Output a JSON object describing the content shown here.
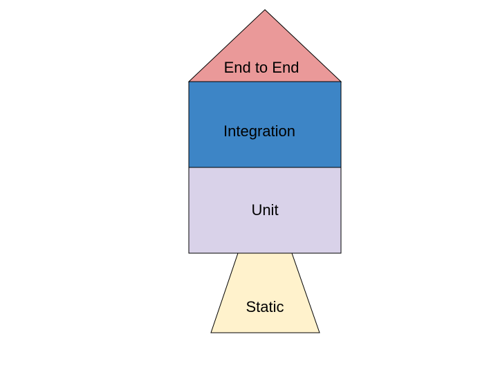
{
  "diagram": {
    "layers": [
      {
        "id": "end-to-end",
        "label": "End to End",
        "fill": "#EA9999"
      },
      {
        "id": "integration",
        "label": "Integration",
        "fill": "#3D85C6"
      },
      {
        "id": "unit",
        "label": "Unit",
        "fill": "#D9D2E9"
      },
      {
        "id": "static",
        "label": "Static",
        "fill": "#FFF2CC"
      }
    ],
    "stroke": "#000000"
  }
}
